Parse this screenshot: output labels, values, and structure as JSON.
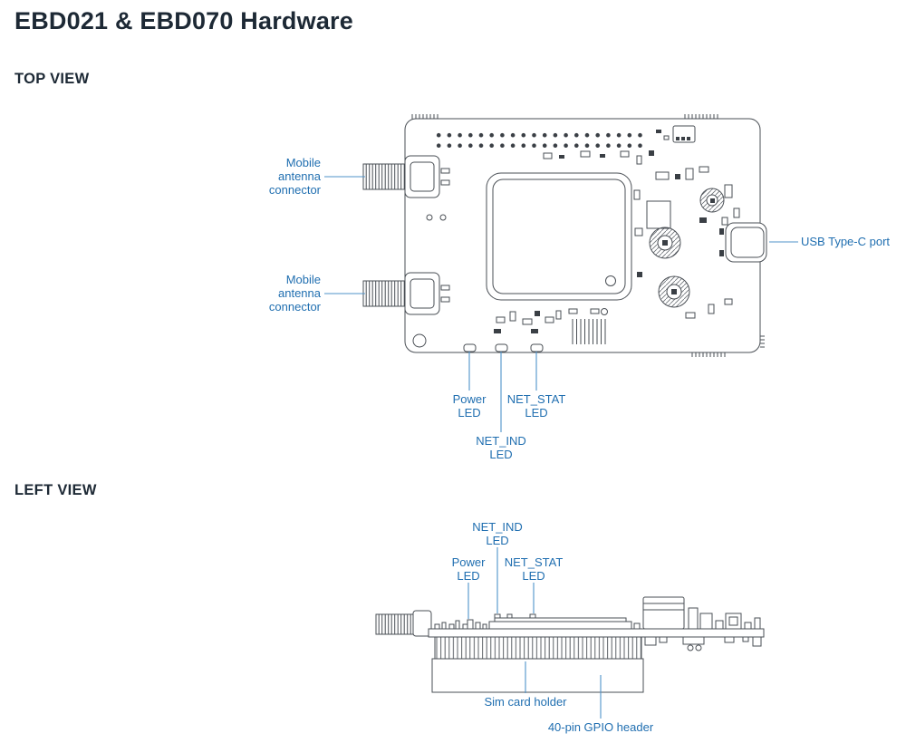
{
  "page": {
    "title": "EBD021 & EBD070 Hardware"
  },
  "sections": {
    "top_view": "TOP VIEW",
    "left_view": "LEFT VIEW"
  },
  "top_view": {
    "labels": {
      "antenna_top": "Mobile antenna connector",
      "antenna_bottom": "Mobile antenna connector",
      "usb_port": "USB Type-C port",
      "power_led": "Power LED",
      "net_stat_led": "NET_STAT LED",
      "net_ind_led": "NET_IND LED"
    }
  },
  "left_view": {
    "labels": {
      "net_ind_led": "NET_IND LED",
      "power_led": "Power LED",
      "net_stat_led": "NET_STAT LED",
      "sim_card_holder": "Sim card holder",
      "gpio_header": "40-pin GPIO header"
    }
  },
  "colors": {
    "label_text": "#1f6eb0",
    "leader_line": "#4f93c9",
    "heading_text": "#1d2935",
    "diagram_stroke": "#4a4f55"
  }
}
